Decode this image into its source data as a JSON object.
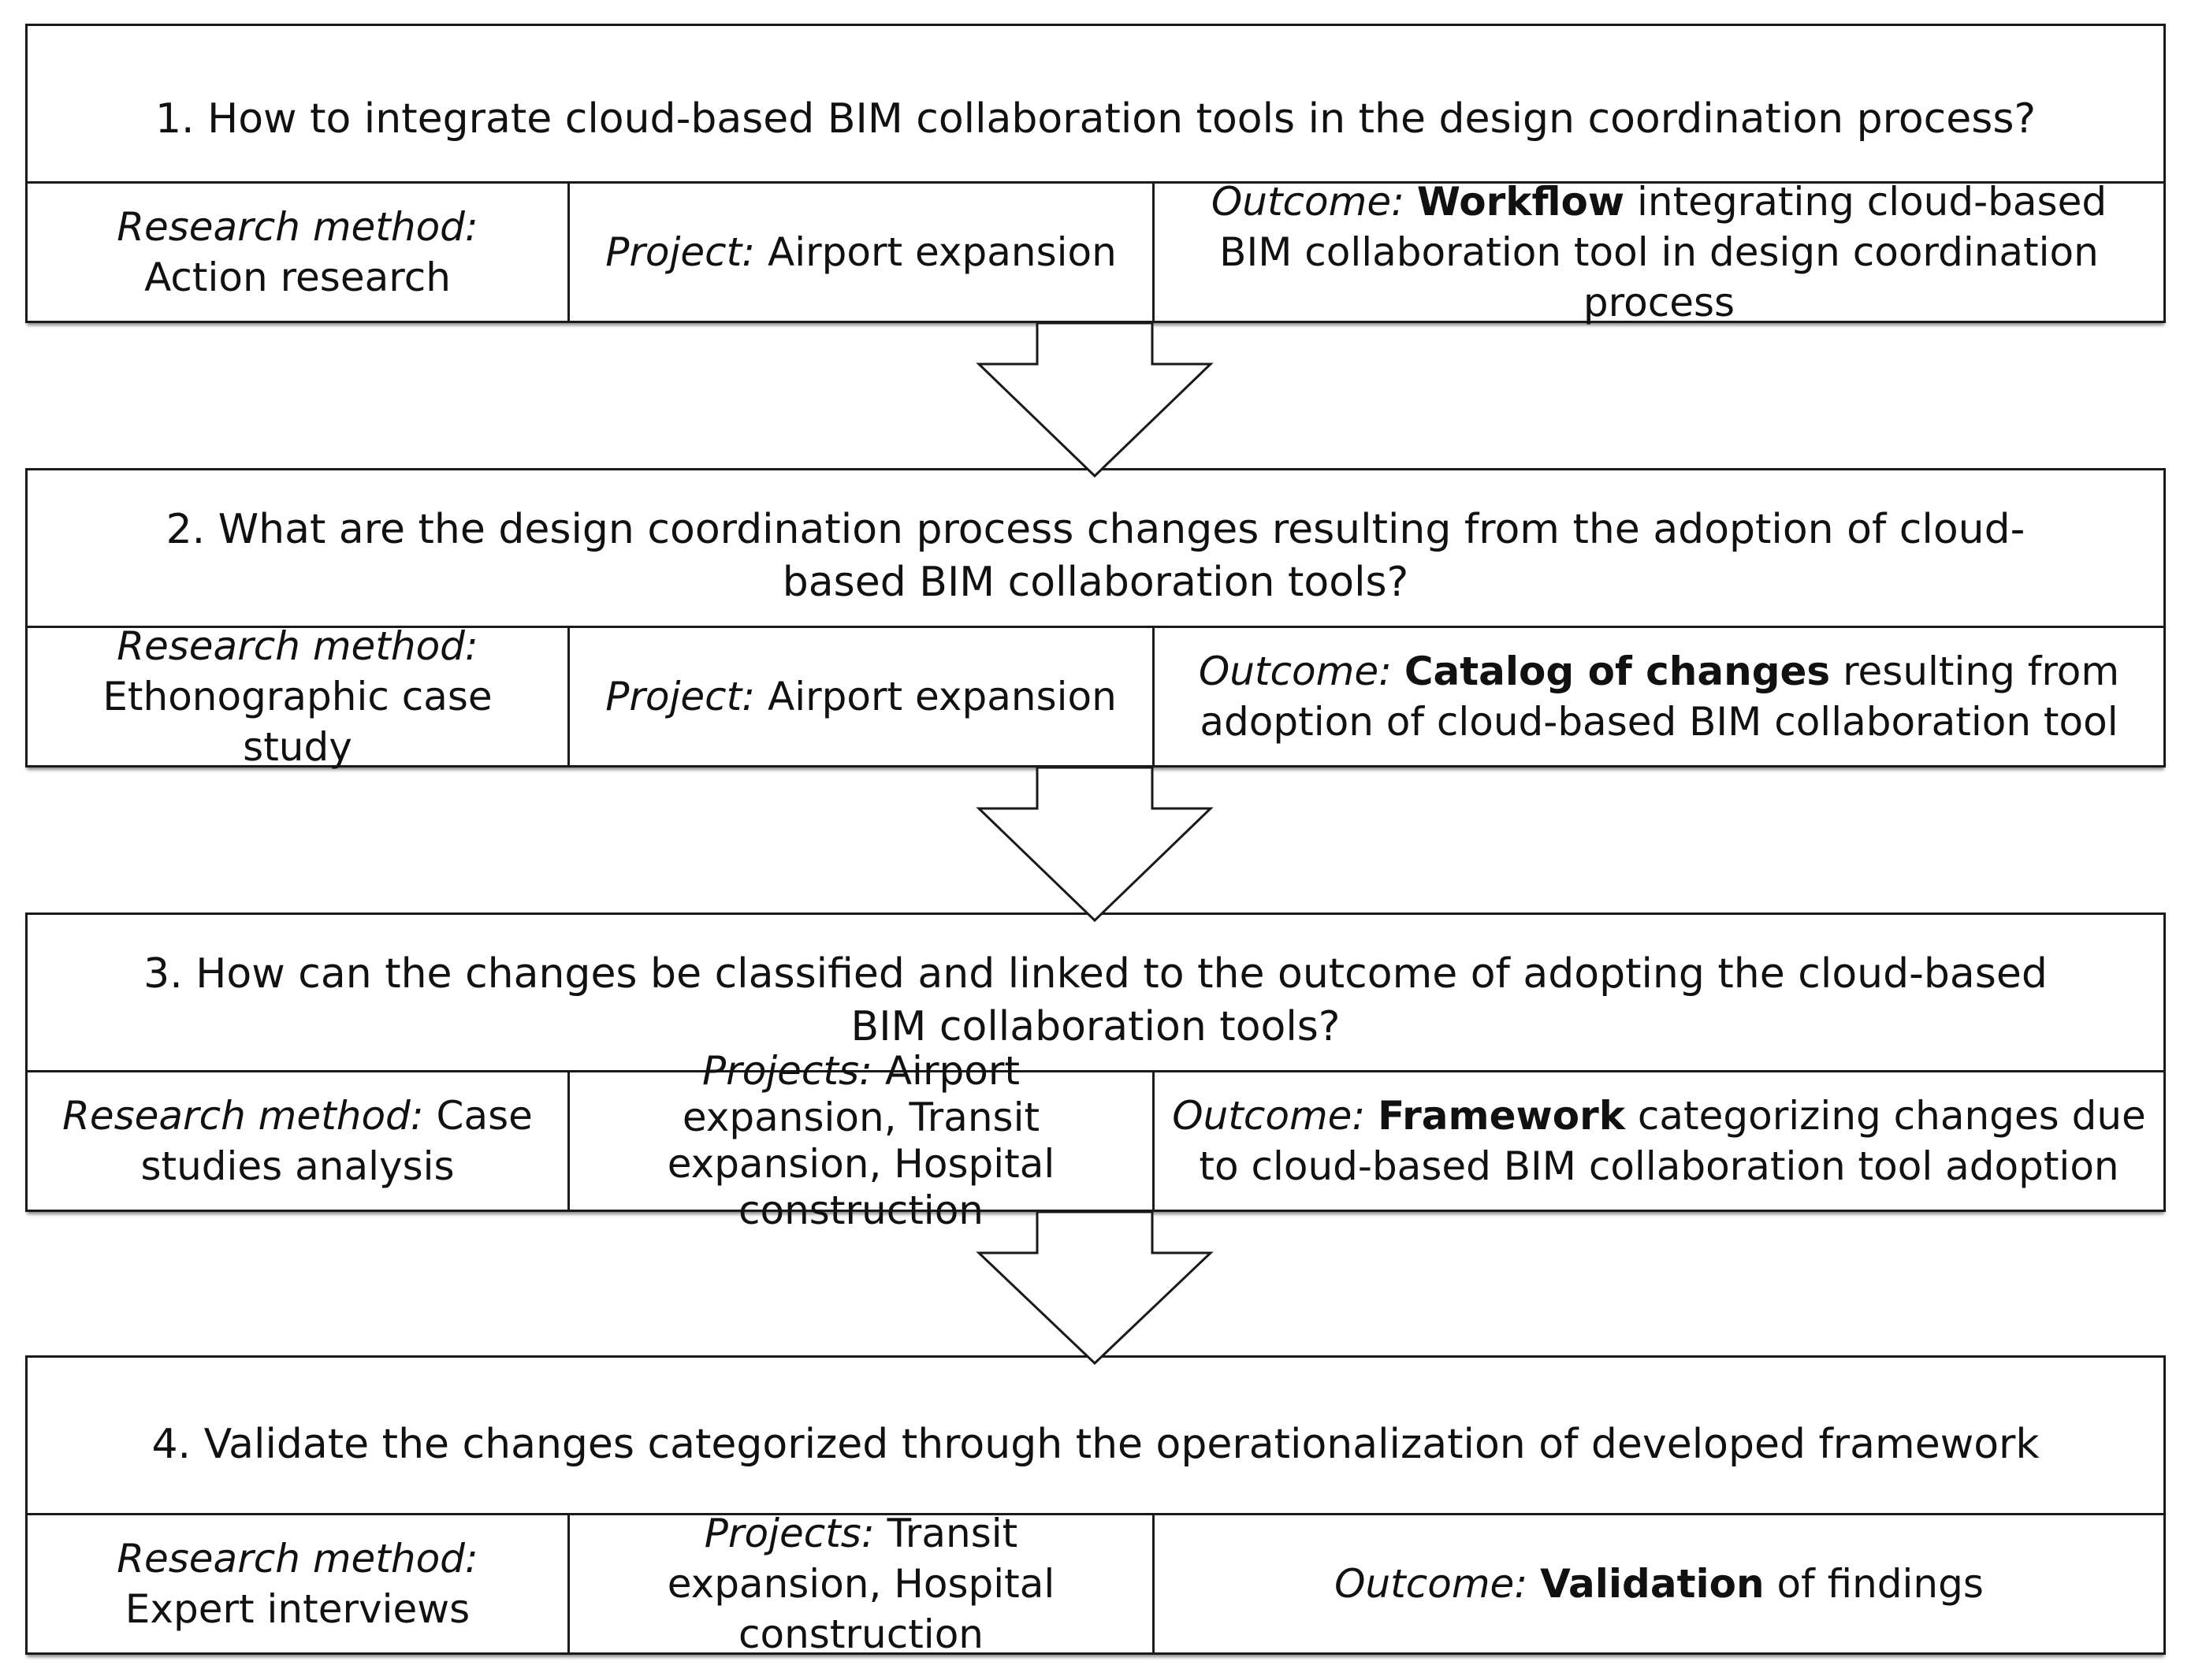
{
  "steps": [
    {
      "question": "1. How to integrate cloud-based BIM collaboration tools in the design coordination process?",
      "method_label": "Research method:",
      "method_value": "Action research",
      "project_label": "Project:",
      "project_value": "Airport expansion",
      "outcome_label": "Outcome:",
      "outcome_bold": "Workflow",
      "outcome_rest": "integrating cloud-based BIM collaboration tool in design coordination process"
    },
    {
      "question": "2. What are the design coordination process changes resulting from the adoption of cloud-based BIM collaboration tools?",
      "method_label": "Research method:",
      "method_value": "Ethonographic case study",
      "project_label": "Project:",
      "project_value": "Airport expansion",
      "outcome_label": "Outcome:",
      "outcome_bold": "Catalog of changes",
      "outcome_rest": "resulting from adoption of cloud-based BIM collaboration tool"
    },
    {
      "question": "3. How can the changes be classified and linked to the outcome of adopting the cloud-based BIM collaboration tools?",
      "method_label": "Research method:",
      "method_value": "Case studies analysis",
      "project_label": "Projects:",
      "project_value": "Airport expansion, Transit expansion, Hospital construction",
      "outcome_label": "Outcome:",
      "outcome_bold": "Framework",
      "outcome_rest": "categorizing changes due to cloud-based BIM collaboration tool adoption"
    },
    {
      "question": "4. Validate the changes categorized through the operationalization of developed framework",
      "method_label": "Research method:",
      "method_value": "Expert interviews",
      "project_label": "Projects:",
      "project_value": "Transit expansion, Hospital construction",
      "outcome_label": "Outcome:",
      "outcome_bold": "Validation",
      "outcome_rest": "of findings"
    }
  ]
}
